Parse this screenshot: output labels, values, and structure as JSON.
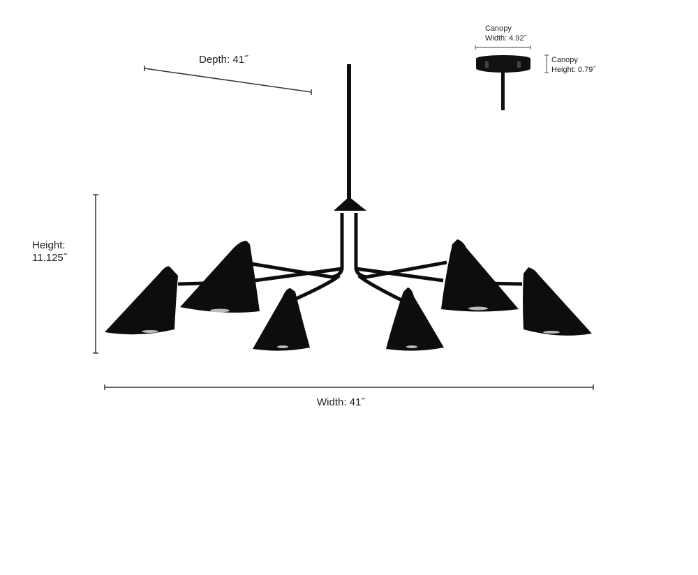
{
  "dimensions": {
    "depth": "Depth: 41˝",
    "height_label": "Height:",
    "height_value": "11.125˝",
    "width": "Width: 41˝",
    "canopy_width_label": "Canopy",
    "canopy_width_value": "Width: 4.92˝",
    "canopy_height_label": "Canopy",
    "canopy_height_value": "Height: 0.79˝"
  }
}
